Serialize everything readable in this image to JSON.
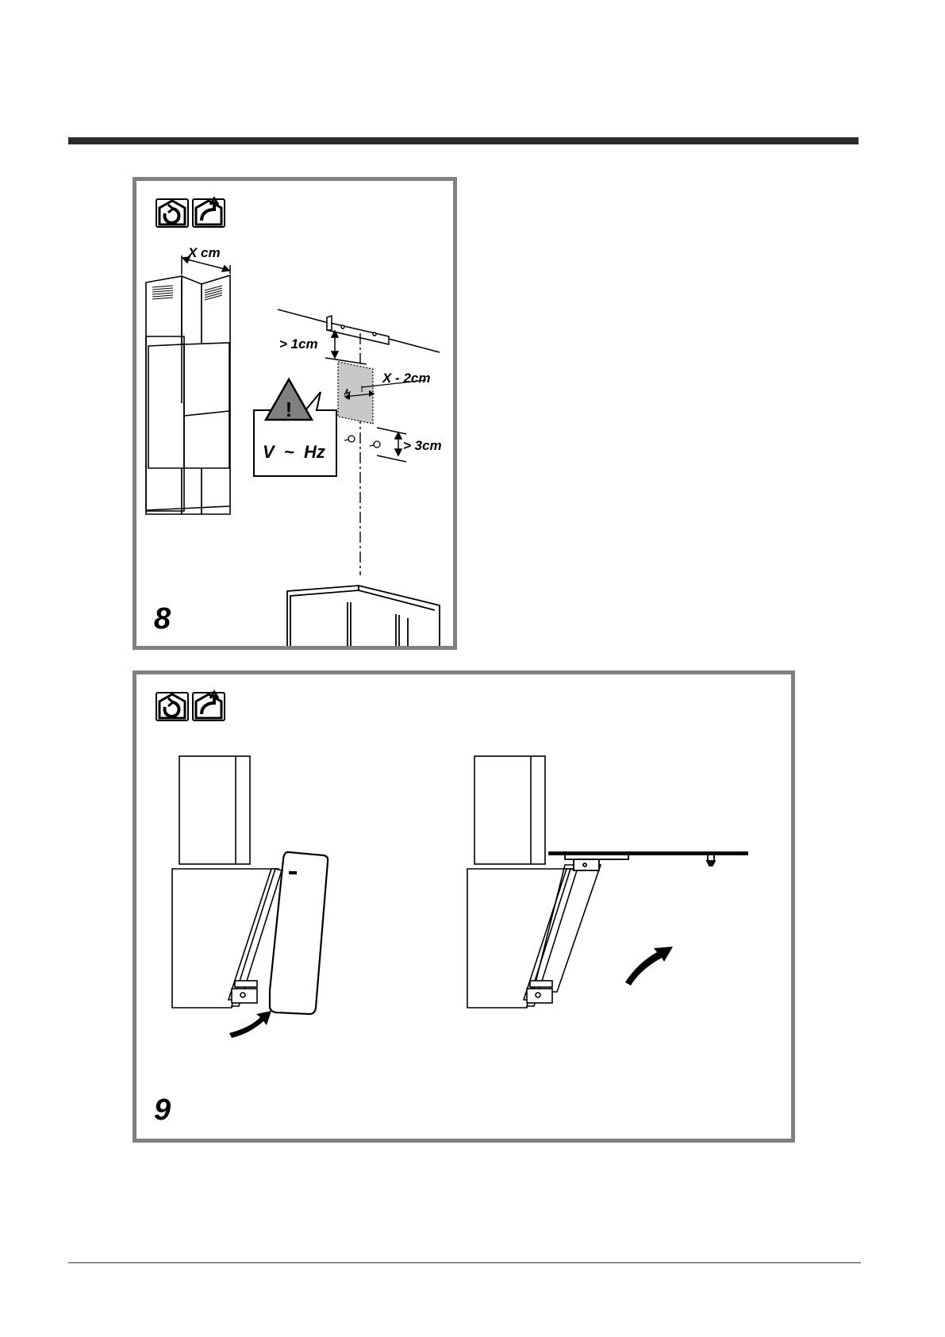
{
  "figures": [
    {
      "number": "8",
      "labels": {
        "width": "X cm",
        "min_top": "> 1cm",
        "box_width": "X - 2cm",
        "min_bottom": "> 3cm",
        "voltage": "V  ~  Hz",
        "warning_symbol": "!"
      },
      "icons": [
        "recirculation-house-icon",
        "extraction-house-icon",
        "warning-triangle-icon"
      ]
    },
    {
      "number": "9",
      "icons": [
        "recirculation-house-icon",
        "extraction-house-icon",
        "curved-arrow-icon"
      ]
    }
  ]
}
